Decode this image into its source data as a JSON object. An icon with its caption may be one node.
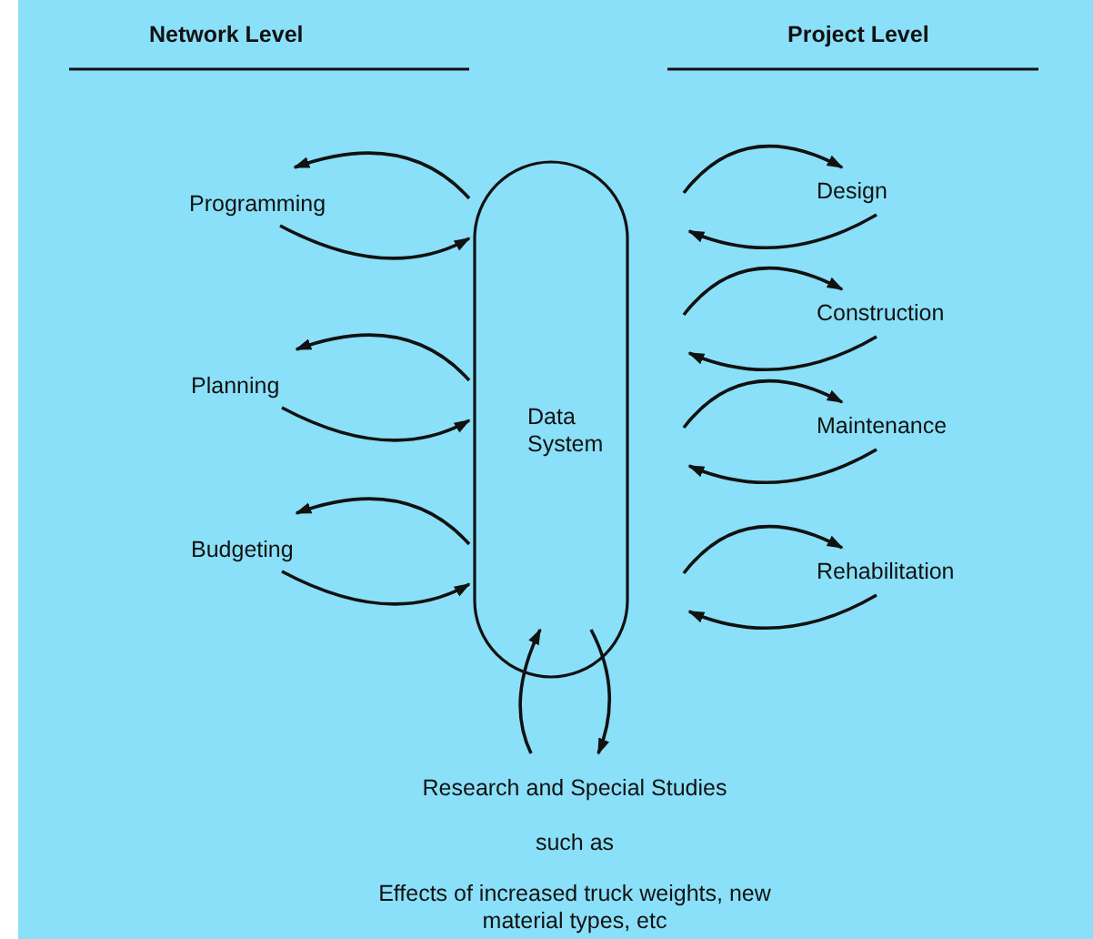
{
  "diagram": {
    "nodes": [
      {
        "text": [
          "Data System"
        ]
      },
      {
        "text": [
          "Programming"
        ]
      },
      {
        "text": [
          "Planning"
        ]
      },
      {
        "text": [
          "Budgeting"
        ]
      },
      {
        "text": [
          "Design"
        ]
      },
      {
        "text": [
          "Construction"
        ]
      },
      {
        "text": [
          "Maintenance"
        ]
      },
      {
        "text": [
          "Rehabilitation"
        ]
      },
      {
        "text": [
          "Research and Special Studies",
          "such as",
          "Effects of increased truck weights, new material types, etc"
        ]
      }
    ],
    "edges": [
      {
        "from": 0,
        "to": 1,
        "arrow": "to"
      },
      {
        "from": 1,
        "to": 0,
        "arrow": "to"
      },
      {
        "from": 0,
        "to": 2,
        "arrow": "to"
      },
      {
        "from": 2,
        "to": 0,
        "arrow": "to"
      },
      {
        "from": 0,
        "to": 3,
        "arrow": "to"
      },
      {
        "from": 3,
        "to": 0,
        "arrow": "to"
      },
      {
        "from": 0,
        "to": 4,
        "arrow": "to"
      },
      {
        "from": 4,
        "to": 0,
        "arrow": "to"
      },
      {
        "from": 0,
        "to": 5,
        "arrow": "to"
      },
      {
        "from": 5,
        "to": 0,
        "arrow": "to"
      },
      {
        "from": 0,
        "to": 6,
        "arrow": "to"
      },
      {
        "from": 6,
        "to": 0,
        "arrow": "to"
      },
      {
        "from": 0,
        "to": 7,
        "arrow": "to"
      },
      {
        "from": 7,
        "to": 0,
        "arrow": "to"
      },
      {
        "from": 8,
        "to": 0,
        "arrow": "to"
      },
      {
        "from": 0,
        "to": 8,
        "arrow": "to"
      }
    ],
    "labels": [
      "Network Level",
      "Project Level"
    ]
  }
}
